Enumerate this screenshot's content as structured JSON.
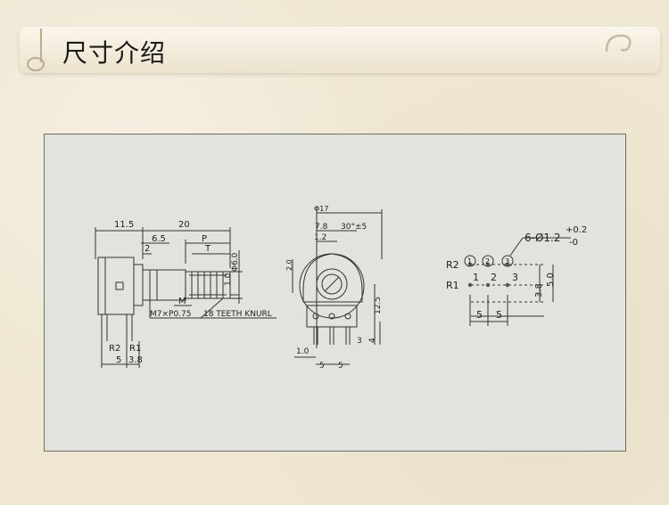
{
  "header": {
    "title": "尺寸介绍"
  },
  "drawing": {
    "side_view": {
      "dim_width_total": "11.5",
      "dim_shaft_length": "20",
      "dim_6_5": "6.5",
      "dim_p": "P",
      "dim_2": "2",
      "dim_t": "T",
      "dim_m": "M",
      "dim_1_0": "1.0",
      "dim_shaft_dia": "Φ6.0",
      "thread_spec": "M7×P0.75",
      "knurl_spec": "18 TEETH KNURL",
      "pin_r2": "R2",
      "pin_r1": "R1",
      "dim_5": "5",
      "dim_3_8": "3.8"
    },
    "front_view": {
      "dim_dia17": "Φ17",
      "dim_7_8": "7.8",
      "dim_angle": "30°±5",
      "dim_1_2": "1.2",
      "dim_2_0": "2.0",
      "dim_12_5": "12.5",
      "dim_4": "4",
      "dim_3": "3",
      "dim_1_0": "1.0",
      "dim_5a": "5",
      "dim_5b": "5"
    },
    "pcb_layout": {
      "hole_spec": "6-Ø1.2",
      "tol_plus": "+0.2",
      "tol_minus": "-0",
      "row_r2": "R2",
      "row_r1": "R1",
      "circ1": "1",
      "circ2": "2",
      "circ3": "3",
      "pin1": "1",
      "pin2": "2",
      "pin3": "3",
      "dim_3_8": "3.8",
      "dim_5_0": "5.0",
      "dim_5a": "5",
      "dim_5b": "5"
    }
  }
}
